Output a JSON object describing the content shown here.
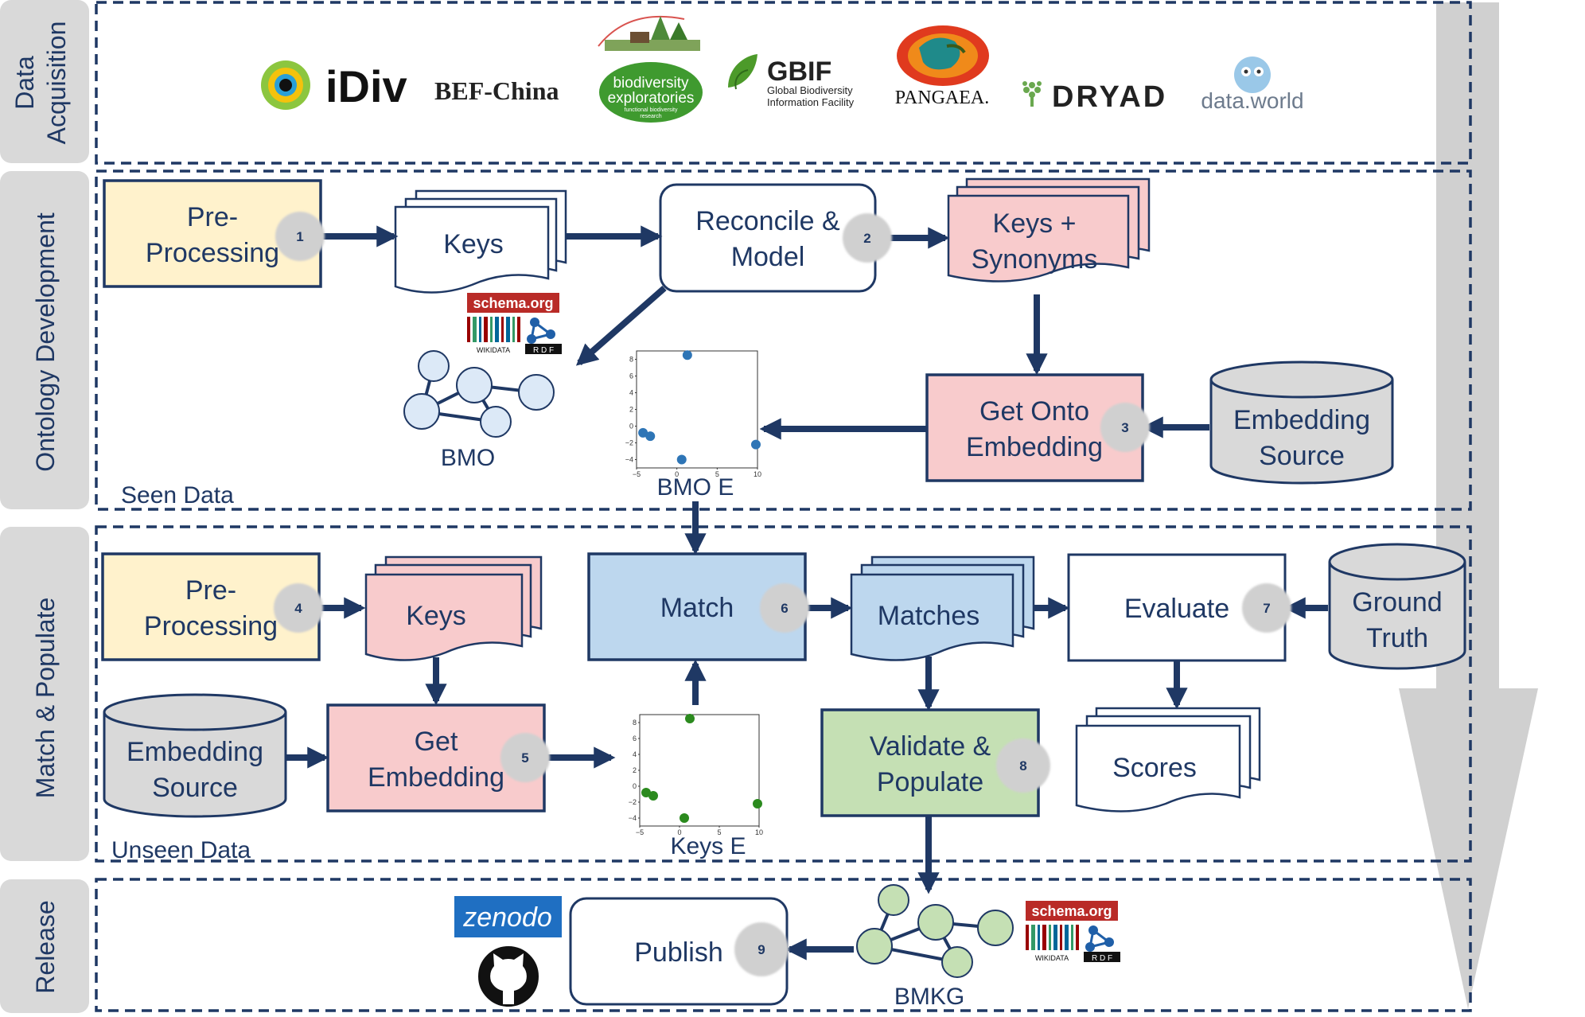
{
  "stages": {
    "data_acquisition": "Data Acquisition",
    "ontology_development": "Ontology Development",
    "match_populate": "Match & Populate",
    "release": "Release"
  },
  "sources": {
    "idiv": "iDiv",
    "bef_china": "BEF-China",
    "biodiv_line1": "biodiversity",
    "biodiv_line2": "exploratories",
    "biodiv_sub1": "functional biodiversity",
    "biodiv_sub2": "research",
    "gbif": "GBIF",
    "gbif_sub1": "Global Biodiversity",
    "gbif_sub2": "Information Facility",
    "pangaea": "PANGAEA.",
    "dryad": "DRYAD",
    "dataworld": "data.world"
  },
  "ontology": {
    "preproc_1": "Pre-",
    "preproc_2": "Processing",
    "keys": "Keys",
    "reconcile_1": "Reconcile &",
    "reconcile_2": "Model",
    "syn_1": "Keys +",
    "syn_2": "Synonyms",
    "onto_1": "Get Onto",
    "onto_2": "Embedding",
    "embsrc_1": "Embedding",
    "embsrc_2": "Source",
    "bmo": "BMO",
    "bmoe": "BMO E",
    "seen": "Seen Data",
    "schema": "schema.org",
    "wikidata": "WIKIDATA",
    "rdf": "R D F"
  },
  "match": {
    "preproc_1": "Pre-",
    "preproc_2": "Processing",
    "keys": "Keys",
    "match": "Match",
    "matches": "Matches",
    "evaluate": "Evaluate",
    "gt_1": "Ground",
    "gt_2": "Truth",
    "embsrc_1": "Embedding",
    "embsrc_2": "Source",
    "getemb_1": "Get",
    "getemb_2": "Embedding",
    "keyse": "Keys E",
    "validate_1": "Validate &",
    "validate_2": "Populate",
    "scores": "Scores",
    "unseen": "Unseen Data"
  },
  "release": {
    "zenodo": "zenodo",
    "publish": "Publish",
    "bmkg": "BMKG",
    "schema": "schema.org",
    "wikidata": "WIKIDATA",
    "rdf": "R D F"
  },
  "steps": [
    "1",
    "2",
    "3",
    "4",
    "5",
    "6",
    "7",
    "8",
    "9"
  ],
  "scatter": {
    "x_ticks": [
      "−5",
      "0",
      "5",
      "10"
    ],
    "y_ticks": [
      "8",
      "6",
      "4",
      "2",
      "0",
      "−2",
      "−4"
    ]
  },
  "chart_data": [
    {
      "type": "scatter",
      "title": "",
      "xlim": [
        -5,
        10
      ],
      "ylim": [
        -5,
        9
      ],
      "x": [
        1.3,
        -4.2,
        -3.3,
        0.6,
        9.8
      ],
      "y": [
        8.5,
        -0.8,
        -1.2,
        -4.0,
        -2.2
      ],
      "color": "#2e75b6"
    },
    {
      "type": "scatter",
      "title": "",
      "xlim": [
        -5,
        10
      ],
      "ylim": [
        -5,
        9
      ],
      "x": [
        1.3,
        -4.2,
        -3.3,
        0.6,
        9.8
      ],
      "y": [
        8.5,
        -0.8,
        -1.2,
        -4.0,
        -2.2
      ],
      "color": "#2b8a1e"
    }
  ],
  "colors": {
    "navy": "#1f3864",
    "yellow": "#fff2cc",
    "pink": "#f8cbcc",
    "blue": "#bdd7ee",
    "green": "#c5e0b4",
    "grey": "#d9d9d9",
    "badge": "#d0d0d0"
  }
}
